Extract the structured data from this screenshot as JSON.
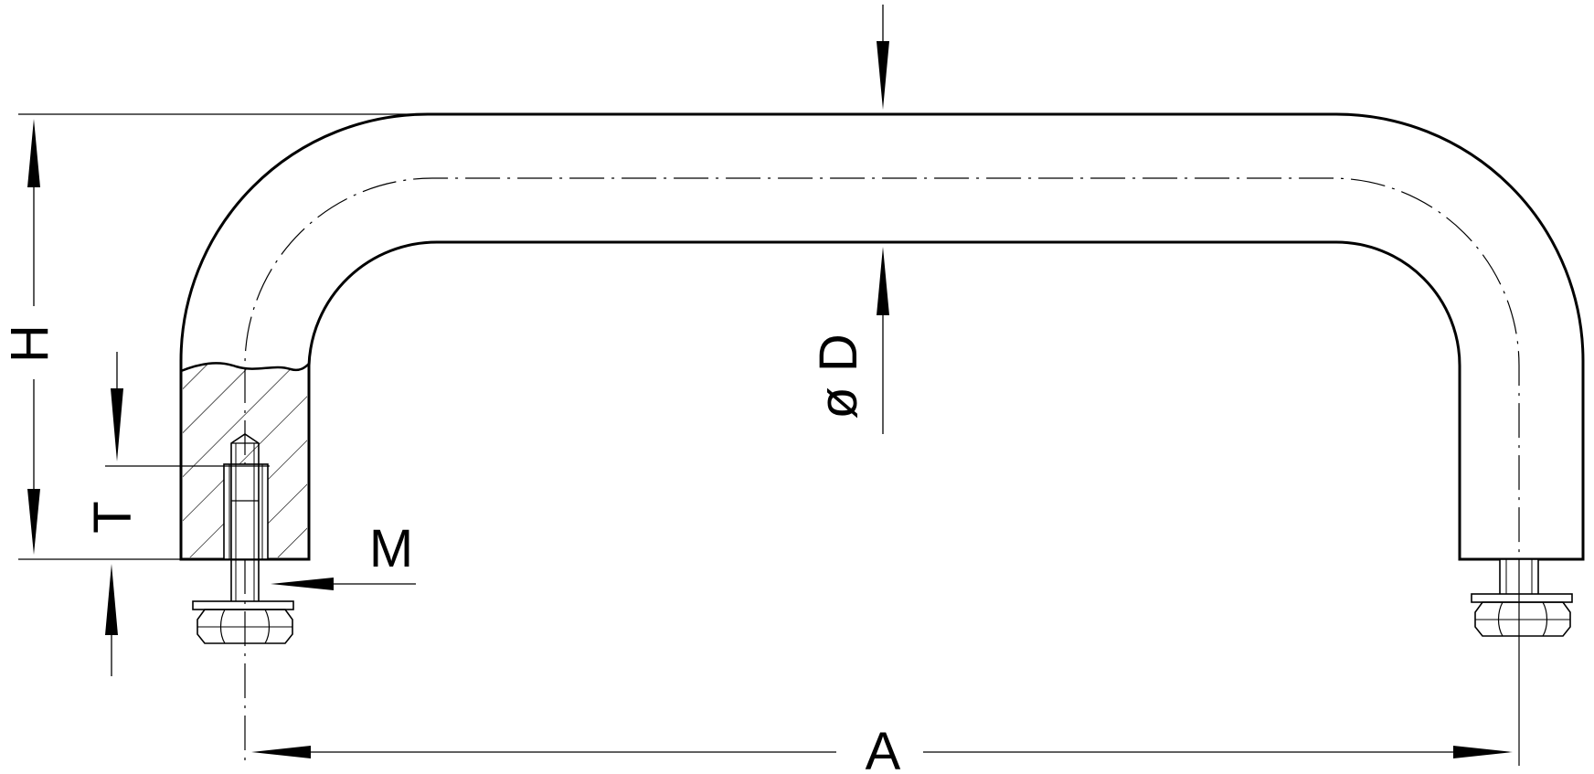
{
  "labels": {
    "dim_A": "A",
    "dim_H": "H",
    "dim_T": "T",
    "dim_M": "M",
    "dim_D": "ø D"
  }
}
